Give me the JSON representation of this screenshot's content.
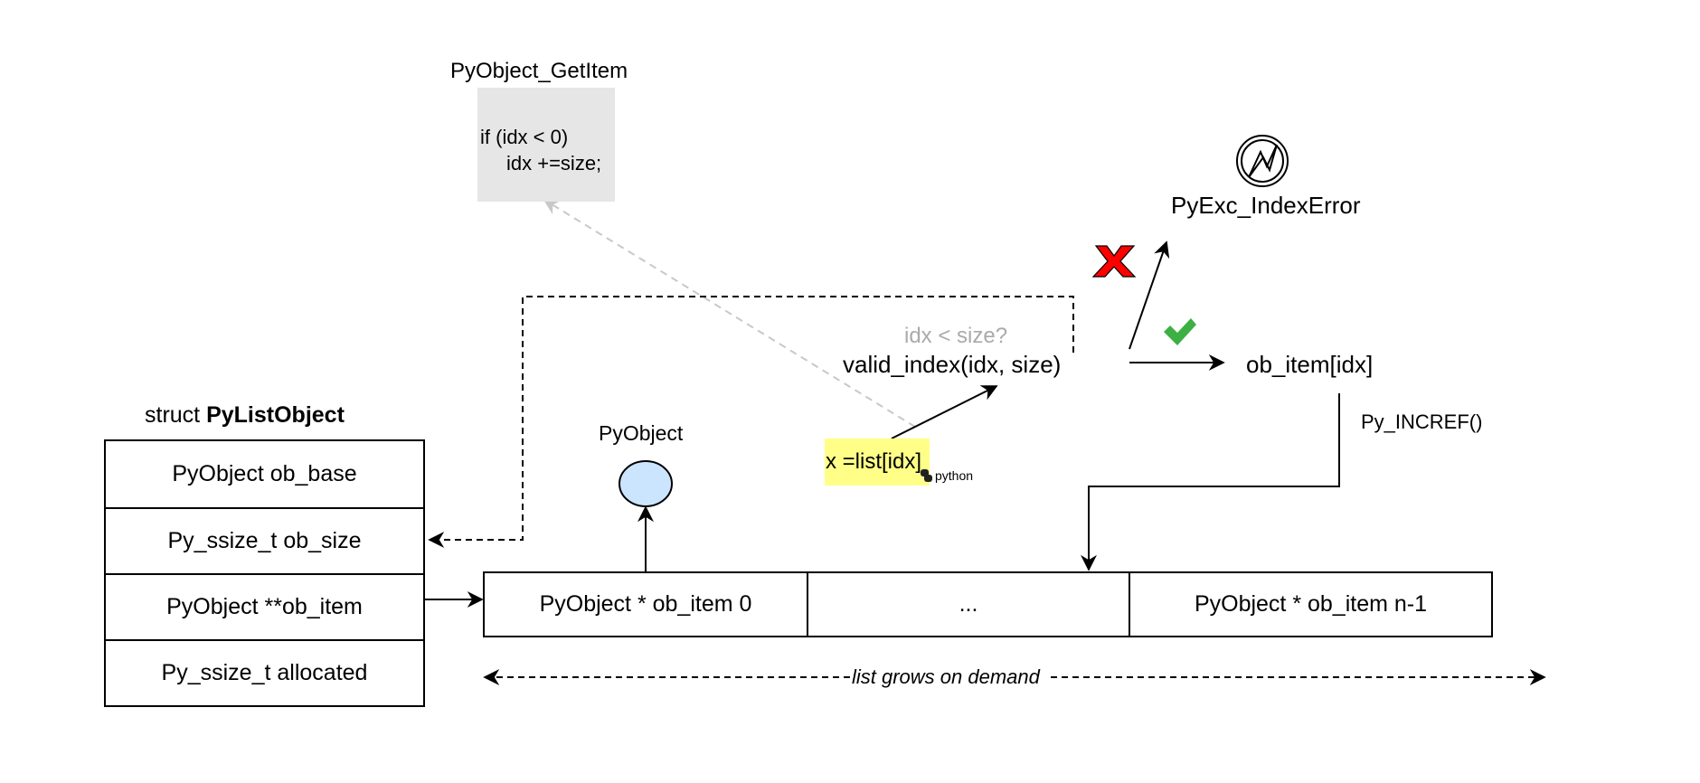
{
  "diagram": {
    "getitem": {
      "title": "PyObject_GetItem",
      "code_line1": "if (idx < 0)",
      "code_line2": "idx +=size;"
    },
    "exception": {
      "icon": "error-icon",
      "label": "PyExc_IndexError"
    },
    "check": {
      "condition": "idx < size?",
      "function": "valid_index(idx, size)",
      "fail_icon": "red-x-icon",
      "success_icon": "green-check-icon"
    },
    "result": {
      "label": "ob_item[idx]",
      "incref": "Py_INCREF()"
    },
    "expression": {
      "code": "x =list[idx]",
      "logo_text": "python"
    },
    "pyobject": {
      "label": "PyObject"
    },
    "struct": {
      "prefix": "struct ",
      "name": "PyListObject",
      "fields": [
        "PyObject ob_base",
        "Py_ssize_t ob_size",
        "PyObject **ob_item",
        "Py_ssize_t allocated"
      ]
    },
    "array": {
      "cells": [
        "PyObject * ob_item 0",
        "...",
        "PyObject * ob_item n-1"
      ]
    },
    "growth_label": "list grows on demand",
    "colors": {
      "code_bg": "#e6e6e6",
      "highlight": "#ffff88",
      "pyobject_fill": "#cce5ff",
      "error_red": "#ff0000",
      "check_green": "#3cb043",
      "muted_text": "#aaaaaa"
    }
  }
}
